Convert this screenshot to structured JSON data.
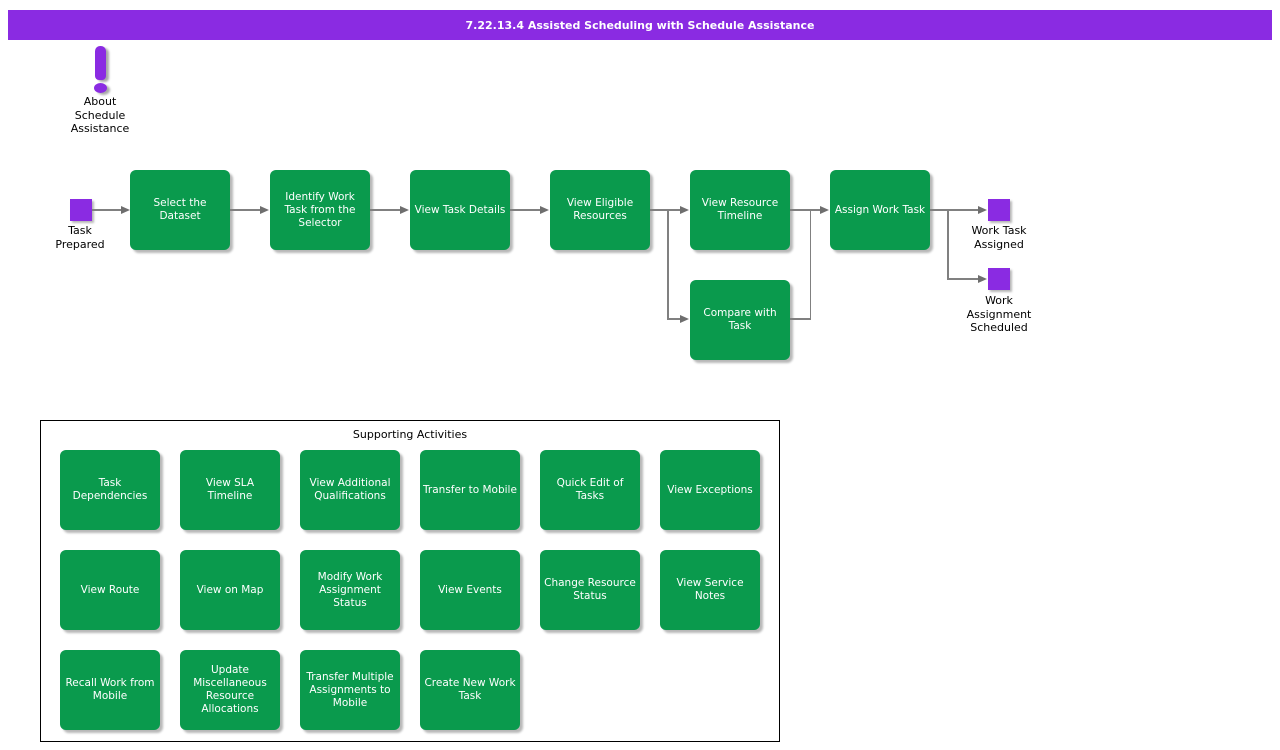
{
  "title_bar": {
    "text": "7.22.13.4 Assisted Scheduling with Schedule Assistance"
  },
  "colors": {
    "accent_purple": "#8a2be2",
    "task_green": "#0a9a4d",
    "connector_gray": "#808080",
    "shadow_gray": "#b8b8b8"
  },
  "about_note": {
    "label": "About\nSchedule\nAssistance"
  },
  "flow": {
    "start_event": {
      "label": "Task\nPrepared"
    },
    "steps": [
      {
        "label": "Select the Dataset"
      },
      {
        "label": "Identify Work Task from the Selector"
      },
      {
        "label": "View Task Details"
      },
      {
        "label": "View Eligible Resources"
      },
      {
        "label": "View Resource Timeline"
      },
      {
        "label": "Compare with Task"
      },
      {
        "label": "Assign Work Task"
      }
    ],
    "end_events": [
      {
        "label": "Work Task\nAssigned"
      },
      {
        "label": "Work\nAssignment\nScheduled"
      }
    ]
  },
  "supporting": {
    "title": "Supporting Activities",
    "items": [
      "Task Dependencies",
      "View SLA Timeline",
      "View Additional Qualifications",
      "Transfer to Mobile",
      "Quick Edit of Tasks",
      "View Exceptions",
      "View Route",
      "View on Map",
      "Modify Work Assignment Status",
      "View Events",
      "Change Resource Status",
      "View Service Notes",
      "Recall Work from Mobile",
      "Update Miscellaneous Resource Allocations",
      "Transfer Multiple Assignments to Mobile",
      "Create New Work Task"
    ]
  }
}
